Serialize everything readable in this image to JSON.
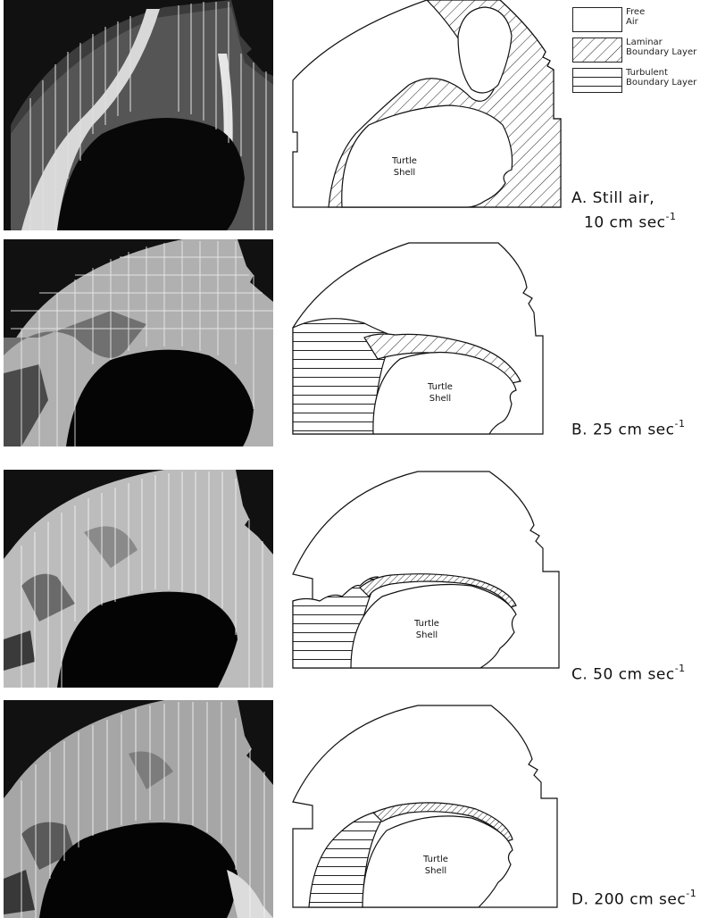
{
  "legend": {
    "items": [
      {
        "line1": "Free",
        "line2": "Air",
        "pattern": "none"
      },
      {
        "line1": "Laminar",
        "line2": "Boundary Layer",
        "pattern": "diagonal"
      },
      {
        "line1": "Turbulent",
        "line2": "Boundary Layer",
        "pattern": "horizontal"
      }
    ]
  },
  "shell_label": {
    "line1": "Turtle",
    "line2": "Shell"
  },
  "panels": [
    {
      "id": "A",
      "caption_line1": "A. Still air,",
      "caption_line2": "10 cm sec",
      "exponent": "-1"
    },
    {
      "id": "B",
      "caption_line1": "B. 25 cm sec",
      "caption_line2": "",
      "exponent": "-1"
    },
    {
      "id": "C",
      "caption_line1": "C. 50 cm sec",
      "caption_line2": "",
      "exponent": "-1"
    },
    {
      "id": "D",
      "caption_line1": "D. 200 cm sec",
      "caption_line2": "",
      "exponent": "-1"
    }
  ]
}
